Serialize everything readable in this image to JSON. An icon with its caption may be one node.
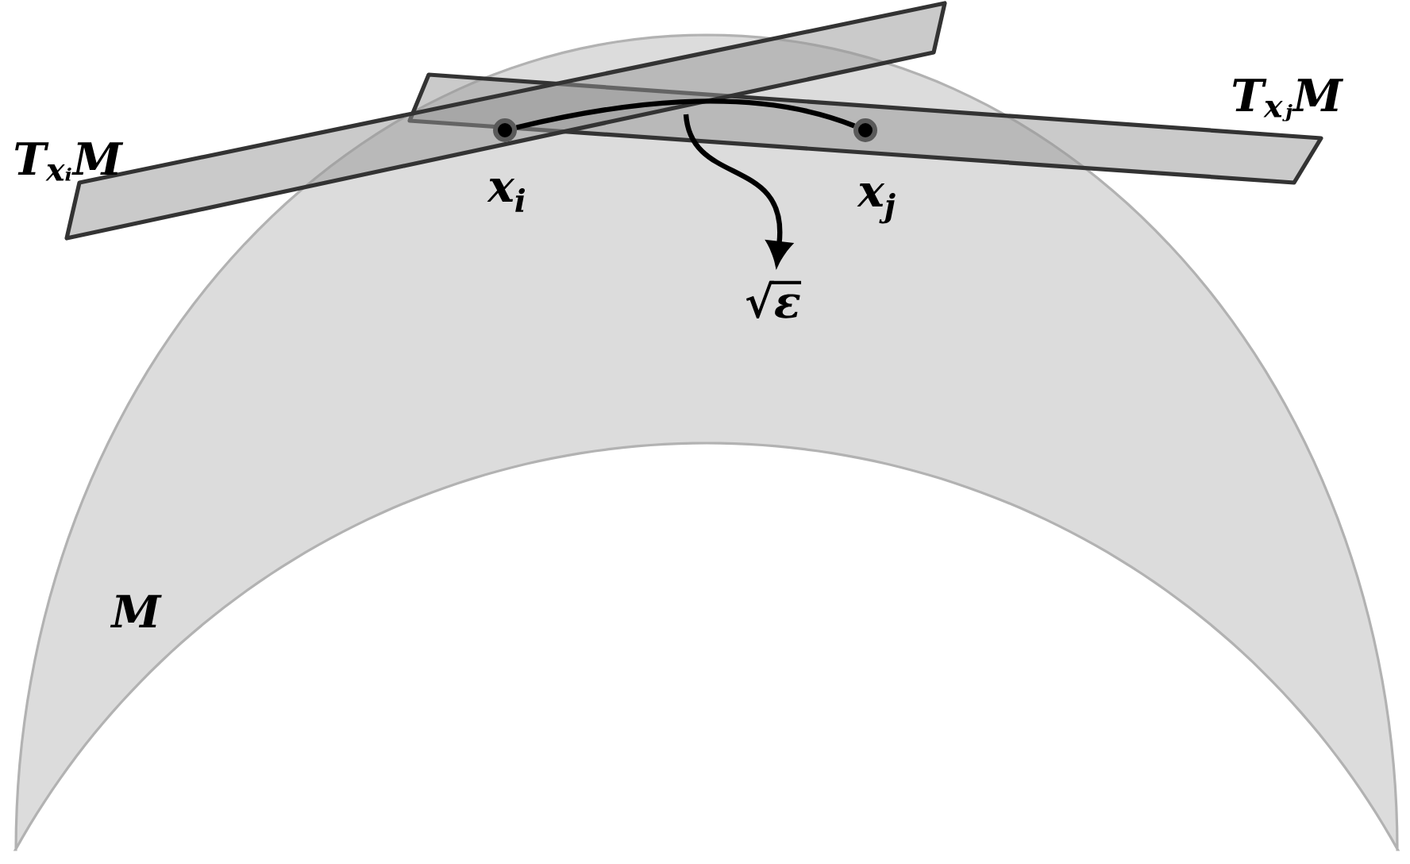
{
  "diagram": {
    "nodes": [
      {
        "text": [
          "x$_{i}$"
        ]
      },
      {
        "text": [
          "x$_{j}$"
        ]
      },
      {
        "text": [
          "√ε"
        ]
      }
    ],
    "edges": [
      {
        "from": 0,
        "to": 1,
        "arrow": "none"
      },
      {
        "from": null,
        "to": 2,
        "arrow": "to"
      }
    ],
    "labels": [
      "T$_{xⱼ}$M",
      "T$_{xᵢ}$M",
      "M"
    ]
  }
}
